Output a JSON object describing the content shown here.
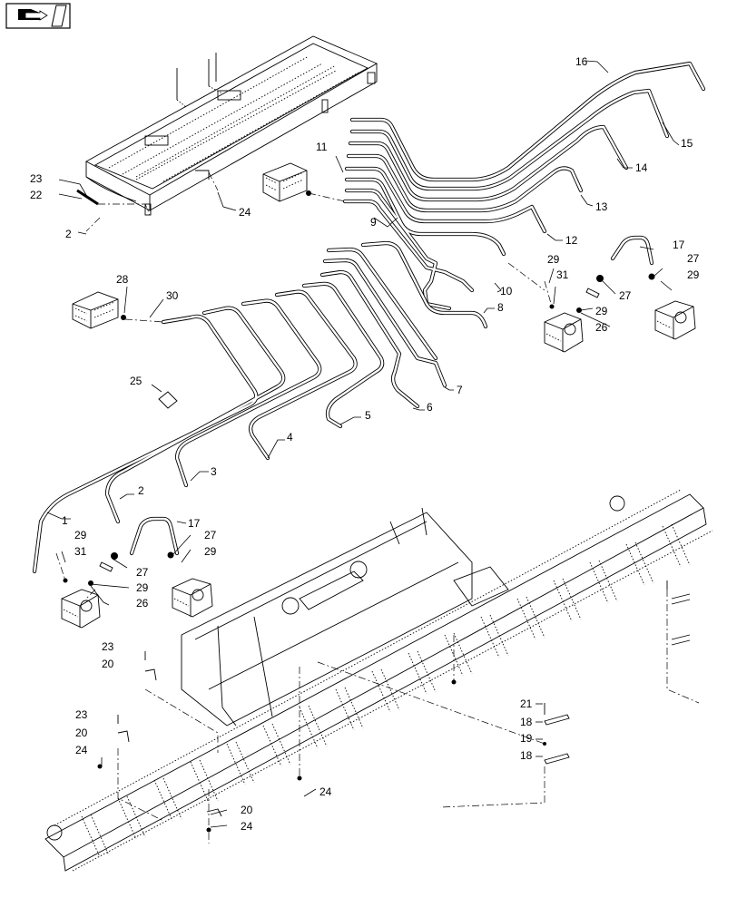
{
  "nav": {
    "icon": "book-arrow-icon"
  },
  "callouts": {
    "c1": "1",
    "c2a": "2",
    "c2b": "2",
    "c3": "3",
    "c4": "4",
    "c5": "5",
    "c6": "6",
    "c7": "7",
    "c8": "8",
    "c9": "9",
    "c10": "10",
    "c11": "11",
    "c12": "12",
    "c13": "13",
    "c14": "14",
    "c15": "15",
    "c16": "16",
    "c17a": "17",
    "c17b": "17",
    "c18a": "18",
    "c18b": "18",
    "c19": "19",
    "c20a": "20",
    "c20b": "20",
    "c20c": "20",
    "c21": "21",
    "c22": "22",
    "c23a": "23",
    "c23b": "23",
    "c23c": "23",
    "c24a": "24",
    "c24b": "24",
    "c24c": "24",
    "c24d": "24",
    "c25": "25",
    "c26a": "26",
    "c26b": "26",
    "c27a": "27",
    "c27b": "27",
    "c27c": "27",
    "c27d": "27",
    "c28": "28",
    "c29a": "29",
    "c29b": "29",
    "c29c": "29",
    "c29d": "29",
    "c29e": "29",
    "c29f": "29",
    "c30": "30",
    "c31a": "31",
    "c31b": "31"
  }
}
